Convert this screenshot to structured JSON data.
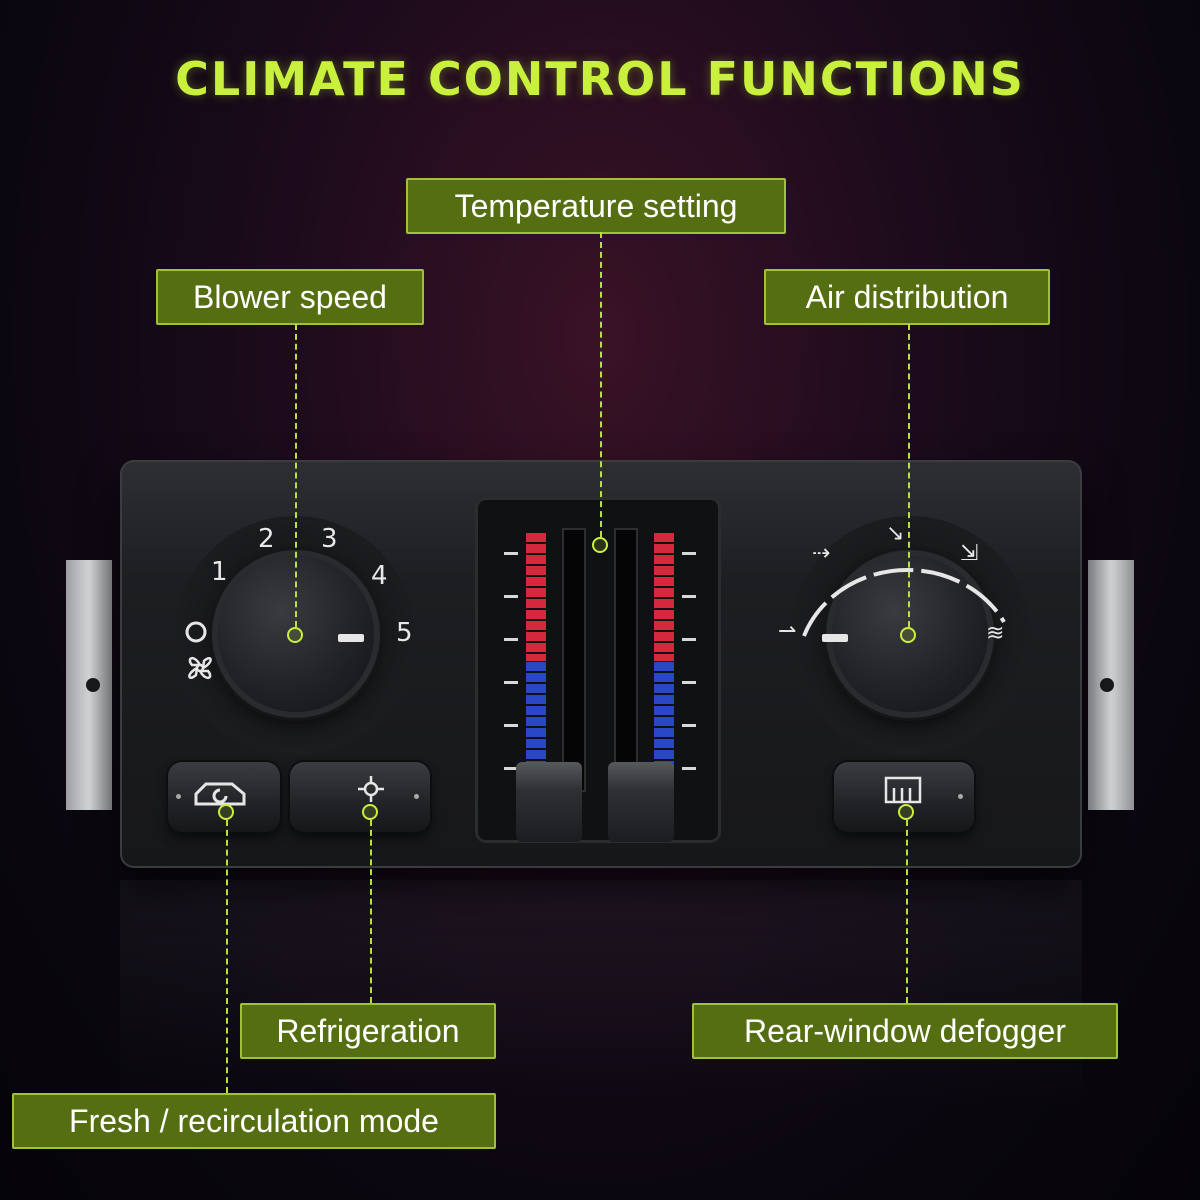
{
  "title": "CLIMATE CONTROL FUNCTIONS",
  "labels": {
    "temperature": "Temperature setting",
    "blower": "Blower speed",
    "air": "Air distribution",
    "refrigeration": "Refrigeration",
    "defogger": "Rear-window defogger",
    "fresh": "Fresh / recirculation mode"
  },
  "blower_numbers": [
    "1",
    "2",
    "3",
    "4",
    "5"
  ],
  "icons": {
    "off": "off-circle-icon",
    "fan": "fan-icon",
    "recirculation": "car-recirculation-icon",
    "ac": "snowflake-icon",
    "defrost_rear": "rear-defrost-icon",
    "vent_face": "vent-face-icon",
    "vent_bilevel": "vent-bilevel-icon",
    "vent_floor": "vent-floor-icon",
    "vent_floor_defrost": "vent-floor-defrost-icon",
    "defrost_front": "front-defrost-icon"
  },
  "colors": {
    "accent": "#c8f03c",
    "label_bg": "#566e12",
    "hot": "#d6283c",
    "cold": "#2a47c8"
  }
}
